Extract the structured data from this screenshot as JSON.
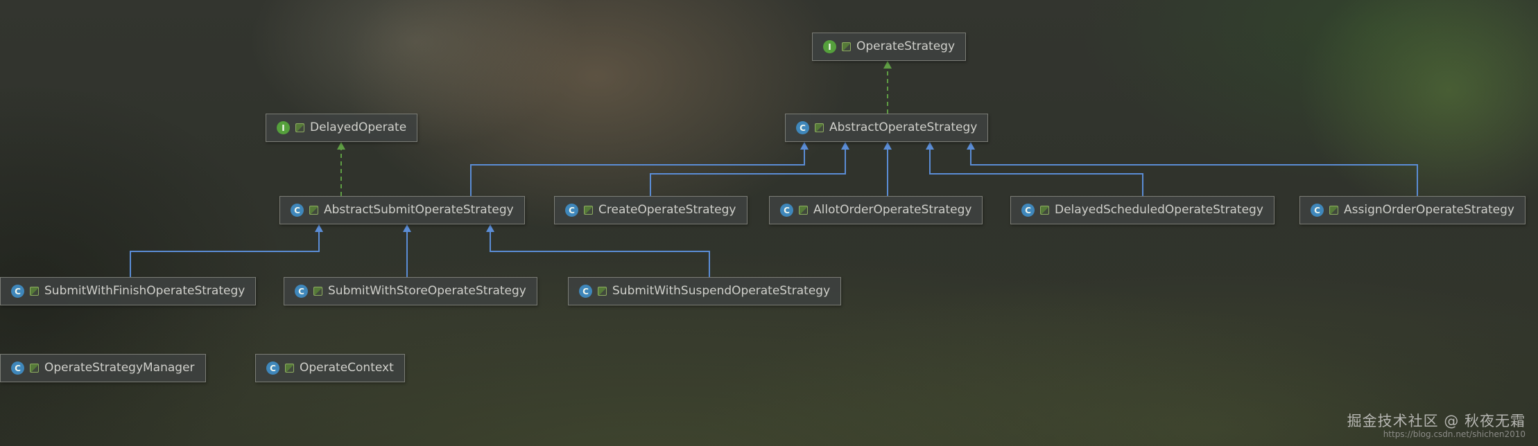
{
  "diagram": {
    "icons": {
      "class_letter": "C",
      "interface_letter": "I"
    },
    "colors": {
      "class_icon": "#3f87bb",
      "interface_icon": "#55a03c",
      "edge_extends": "#5b8dd6",
      "edge_implements": "#5f9e44"
    },
    "nodes": [
      {
        "label": "OperateStrategy",
        "kind": "interface"
      },
      {
        "label": "DelayedOperate",
        "kind": "interface"
      },
      {
        "label": "AbstractOperateStrategy",
        "kind": "class"
      },
      {
        "label": "AbstractSubmitOperateStrategy",
        "kind": "class"
      },
      {
        "label": "CreateOperateStrategy",
        "kind": "class"
      },
      {
        "label": "AllotOrderOperateStrategy",
        "kind": "class"
      },
      {
        "label": "DelayedScheduledOperateStrategy",
        "kind": "class"
      },
      {
        "label": "AssignOrderOperateStrategy",
        "kind": "class"
      },
      {
        "label": "SubmitWithFinishOperateStrategy",
        "kind": "class"
      },
      {
        "label": "SubmitWithStoreOperateStrategy",
        "kind": "class"
      },
      {
        "label": "SubmitWithSuspendOperateStrategy",
        "kind": "class"
      },
      {
        "label": "OperateStrategyManager",
        "kind": "class"
      },
      {
        "label": "OperateContext",
        "kind": "class"
      }
    ]
  },
  "watermark": {
    "community": "掘金技术社区 @ 秋夜无霜",
    "url": "https://blog.csdn.net/shichen2010"
  }
}
